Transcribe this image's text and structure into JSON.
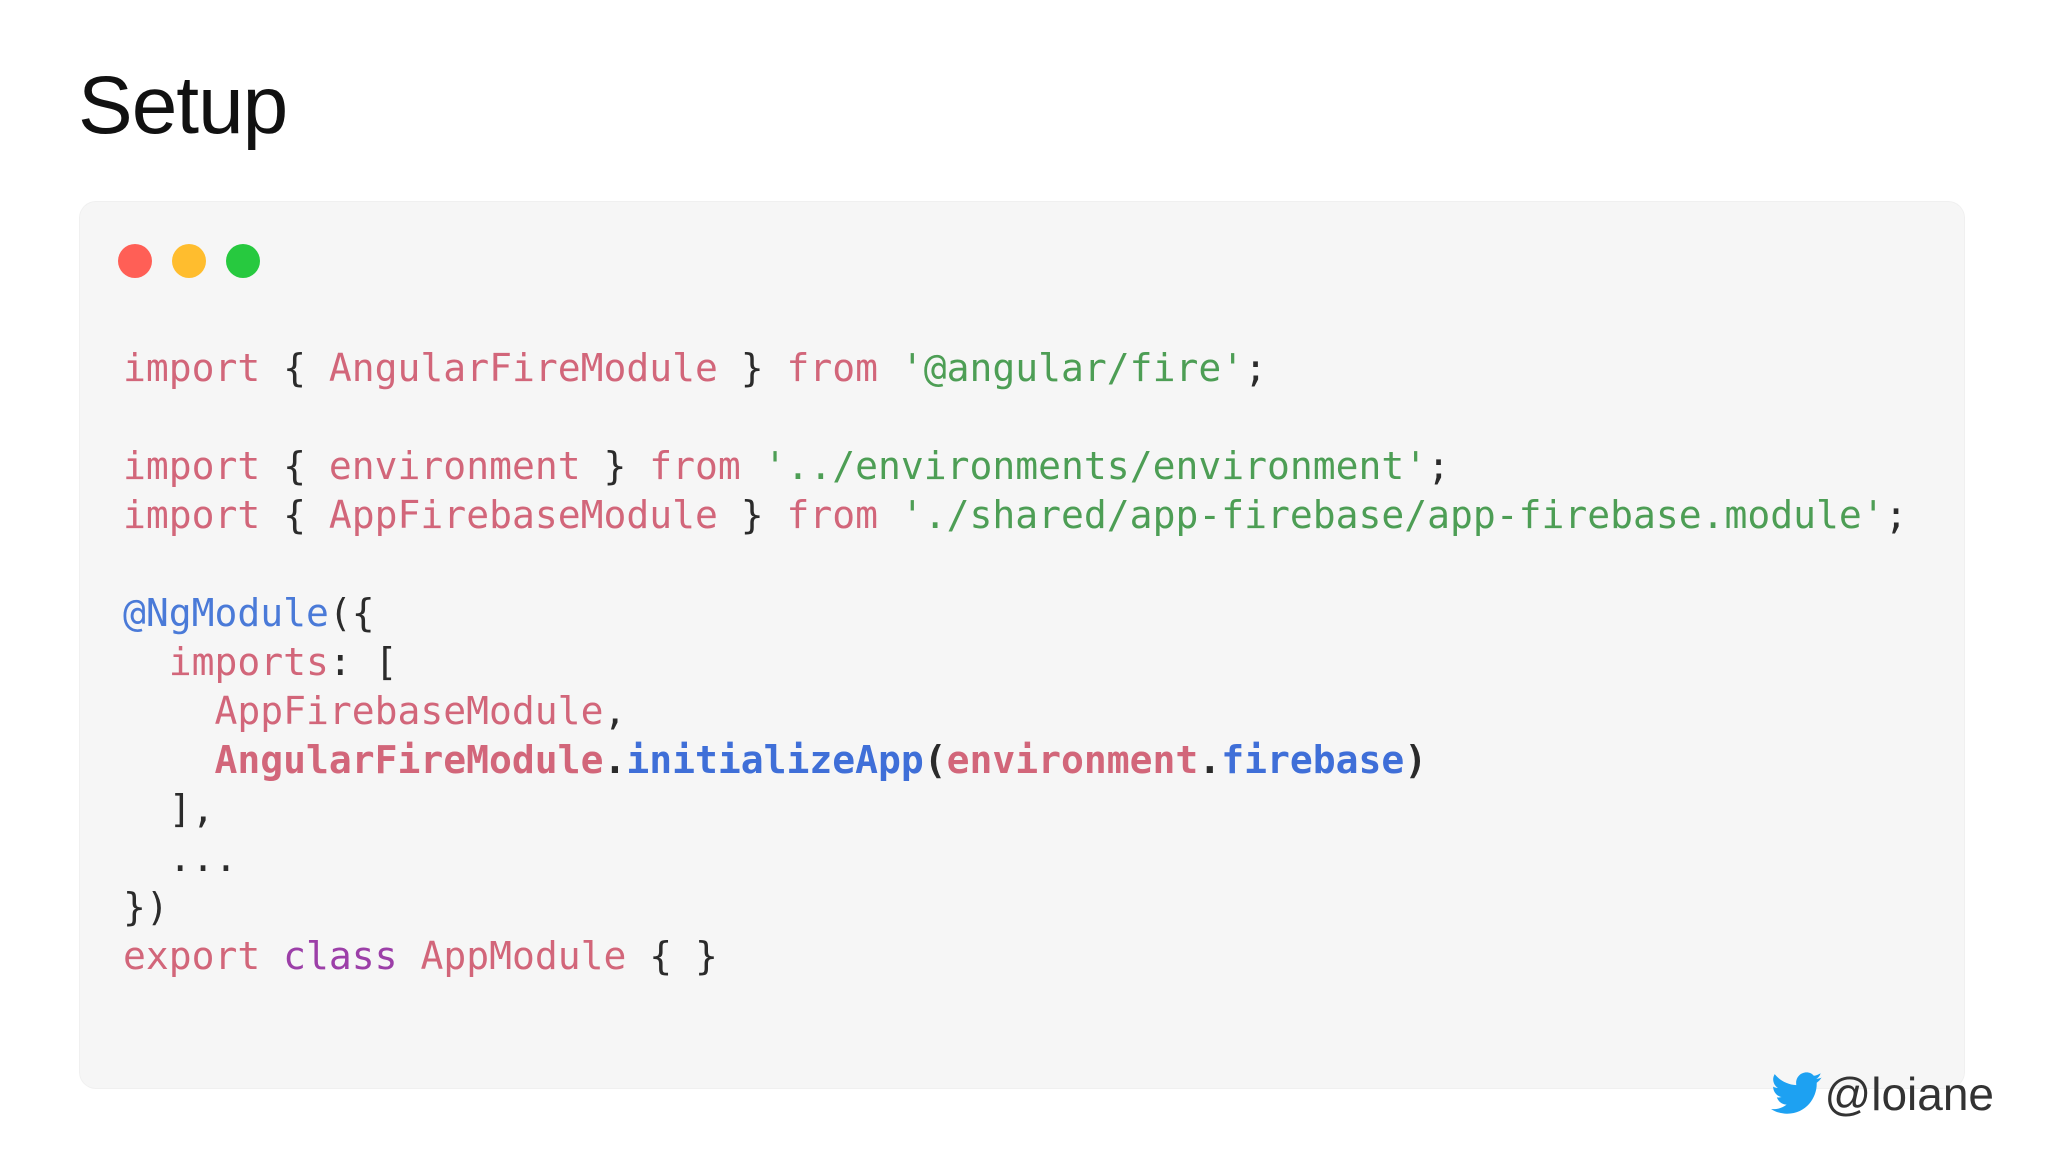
{
  "slide": {
    "title": "Setup",
    "handle": "@loiane"
  },
  "colors": {
    "dot_close": "#ff5f56",
    "dot_minimize": "#ffbd2e",
    "dot_zoom": "#27c93f",
    "keyword": "#d2667a",
    "identifier": "#d2667a",
    "string": "#4d9e55",
    "decorator": "#4a7ad8",
    "method": "#3f6fd8",
    "class_keyword": "#9c3fa8",
    "punctuation": "#2b2b2b",
    "twitter_blue": "#1da1f2"
  },
  "icons": {
    "window_controls": [
      "close-dot",
      "minimize-dot",
      "zoom-dot"
    ],
    "handle_icon": "twitter-bird-icon"
  },
  "code": {
    "lines": [
      [
        {
          "t": "import",
          "c": "#d2667a"
        },
        {
          "t": " { ",
          "c": "#2b2b2b"
        },
        {
          "t": "AngularFireModule",
          "c": "#d2667a"
        },
        {
          "t": " } ",
          "c": "#2b2b2b"
        },
        {
          "t": "from",
          "c": "#d2667a"
        },
        {
          "t": " ",
          "c": "#2b2b2b"
        },
        {
          "t": "'@angular/fire'",
          "c": "#4d9e55"
        },
        {
          "t": ";",
          "c": "#2b2b2b"
        }
      ],
      [],
      [
        {
          "t": "import",
          "c": "#d2667a"
        },
        {
          "t": " { ",
          "c": "#2b2b2b"
        },
        {
          "t": "environment",
          "c": "#d2667a"
        },
        {
          "t": " } ",
          "c": "#2b2b2b"
        },
        {
          "t": "from",
          "c": "#d2667a"
        },
        {
          "t": " ",
          "c": "#2b2b2b"
        },
        {
          "t": "'../environments/environment'",
          "c": "#4d9e55"
        },
        {
          "t": ";",
          "c": "#2b2b2b"
        }
      ],
      [
        {
          "t": "import",
          "c": "#d2667a"
        },
        {
          "t": " { ",
          "c": "#2b2b2b"
        },
        {
          "t": "AppFirebaseModule",
          "c": "#d2667a"
        },
        {
          "t": " } ",
          "c": "#2b2b2b"
        },
        {
          "t": "from",
          "c": "#d2667a"
        },
        {
          "t": " ",
          "c": "#2b2b2b"
        },
        {
          "t": "'./shared/app-firebase/app-firebase.module'",
          "c": "#4d9e55"
        },
        {
          "t": ";",
          "c": "#2b2b2b"
        }
      ],
      [],
      [
        {
          "t": "@NgModule",
          "c": "#4a7ad8"
        },
        {
          "t": "({",
          "c": "#2b2b2b"
        }
      ],
      [
        {
          "t": "  ",
          "c": "#2b2b2b"
        },
        {
          "t": "imports",
          "c": "#d2667a"
        },
        {
          "t": ": [",
          "c": "#2b2b2b"
        }
      ],
      [
        {
          "t": "    ",
          "c": "#2b2b2b"
        },
        {
          "t": "AppFirebaseModule",
          "c": "#d2667a"
        },
        {
          "t": ",",
          "c": "#2b2b2b"
        }
      ],
      [
        {
          "t": "    ",
          "c": "#2b2b2b"
        },
        {
          "t": "AngularFireModule",
          "c": "#d2667a",
          "b": true
        },
        {
          "t": ".",
          "c": "#2b2b2b",
          "b": true
        },
        {
          "t": "initializeApp",
          "c": "#3f6fd8",
          "b": true
        },
        {
          "t": "(",
          "c": "#2b2b2b",
          "b": true
        },
        {
          "t": "environment",
          "c": "#d2667a",
          "b": true
        },
        {
          "t": ".",
          "c": "#2b2b2b",
          "b": true
        },
        {
          "t": "firebase",
          "c": "#3f6fd8",
          "b": true
        },
        {
          "t": ")",
          "c": "#2b2b2b",
          "b": true
        }
      ],
      [
        {
          "t": "  ],",
          "c": "#2b2b2b"
        }
      ],
      [
        {
          "t": "  ...",
          "c": "#2b2b2b"
        }
      ],
      [
        {
          "t": "})",
          "c": "#2b2b2b"
        }
      ],
      [
        {
          "t": "export",
          "c": "#d2667a"
        },
        {
          "t": " ",
          "c": "#2b2b2b"
        },
        {
          "t": "class",
          "c": "#9c3fa8"
        },
        {
          "t": " ",
          "c": "#2b2b2b"
        },
        {
          "t": "AppModule",
          "c": "#d2667a"
        },
        {
          "t": " { }",
          "c": "#2b2b2b"
        }
      ]
    ]
  }
}
